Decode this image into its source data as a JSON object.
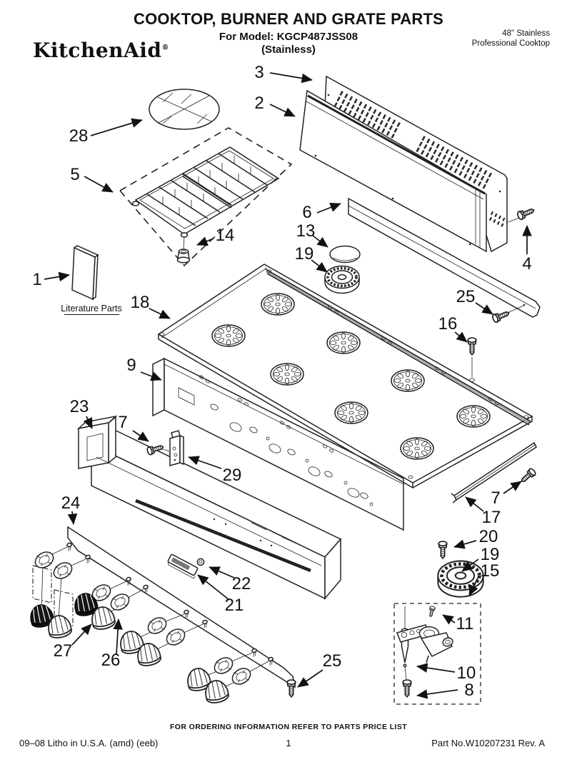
{
  "header": {
    "title": "COOKTOP, BURNER AND GRATE PARTS",
    "model_line": "For Model: KGCP487JSS08",
    "finish_line": "(Stainless)",
    "brand": "KitchenAid",
    "registered_mark": "®",
    "product_line1": "48\" Stainless",
    "product_line2": "Professional Cooktop"
  },
  "diagram": {
    "literature_label": "Literature Parts",
    "callouts": [
      {
        "label": "3"
      },
      {
        "label": "2"
      },
      {
        "label": "28"
      },
      {
        "label": "5"
      },
      {
        "label": "14"
      },
      {
        "label": "1"
      },
      {
        "label": "18"
      },
      {
        "label": "6"
      },
      {
        "label": "13"
      },
      {
        "label": "19"
      },
      {
        "label": "4"
      },
      {
        "label": "25"
      },
      {
        "label": "16"
      },
      {
        "label": "9"
      },
      {
        "label": "23"
      },
      {
        "label": "7"
      },
      {
        "label": "29"
      },
      {
        "label": "17"
      },
      {
        "label": "7"
      },
      {
        "label": "20"
      },
      {
        "label": "19"
      },
      {
        "label": "15"
      },
      {
        "label": "11"
      },
      {
        "label": "10"
      },
      {
        "label": "8"
      },
      {
        "label": "24"
      },
      {
        "label": "22"
      },
      {
        "label": "21"
      },
      {
        "label": "27"
      },
      {
        "label": "26"
      },
      {
        "label": "25"
      }
    ]
  },
  "footer": {
    "ordering_note": "FOR ORDERING INFORMATION REFER TO PARTS PRICE LIST",
    "litho_line": "09–08 Litho in U.S.A. (amd) (eeb)",
    "page_number": "1",
    "part_number_line": "Part No.W10207231 Rev. A"
  }
}
